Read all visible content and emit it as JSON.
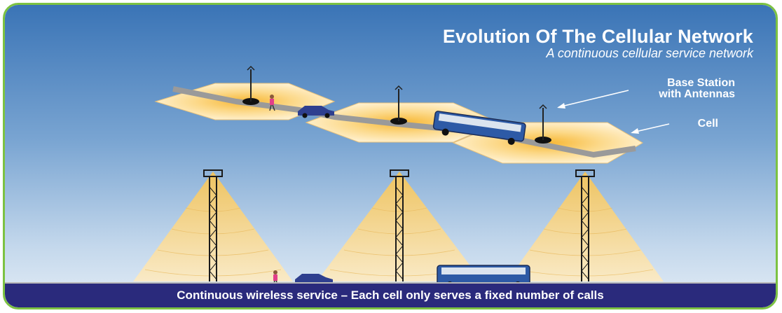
{
  "title": "Evolution Of The Cellular Network",
  "subtitle": "A continuous cellular service network",
  "labels": {
    "base_station": "Base Station",
    "base_station_line2": "with Antennas",
    "cell": "Cell"
  },
  "caption": "Continuous wireless service – Each cell only serves a fixed number of calls",
  "colors": {
    "sky_top": "#3f79b9",
    "sky_bottom": "#d8e6f2",
    "border": "#7cc242",
    "caption_bar": "#2a2a7c",
    "cell_fill": "#fde3a0",
    "beam": "#f6d98a",
    "road": "#9a9a9a",
    "bus": "#2d5aa6",
    "car": "#2e3f8f"
  },
  "icons": [
    "antenna-tower-icon",
    "car-icon",
    "bus-icon",
    "pedestrian-icon",
    "arrow-icon"
  ]
}
